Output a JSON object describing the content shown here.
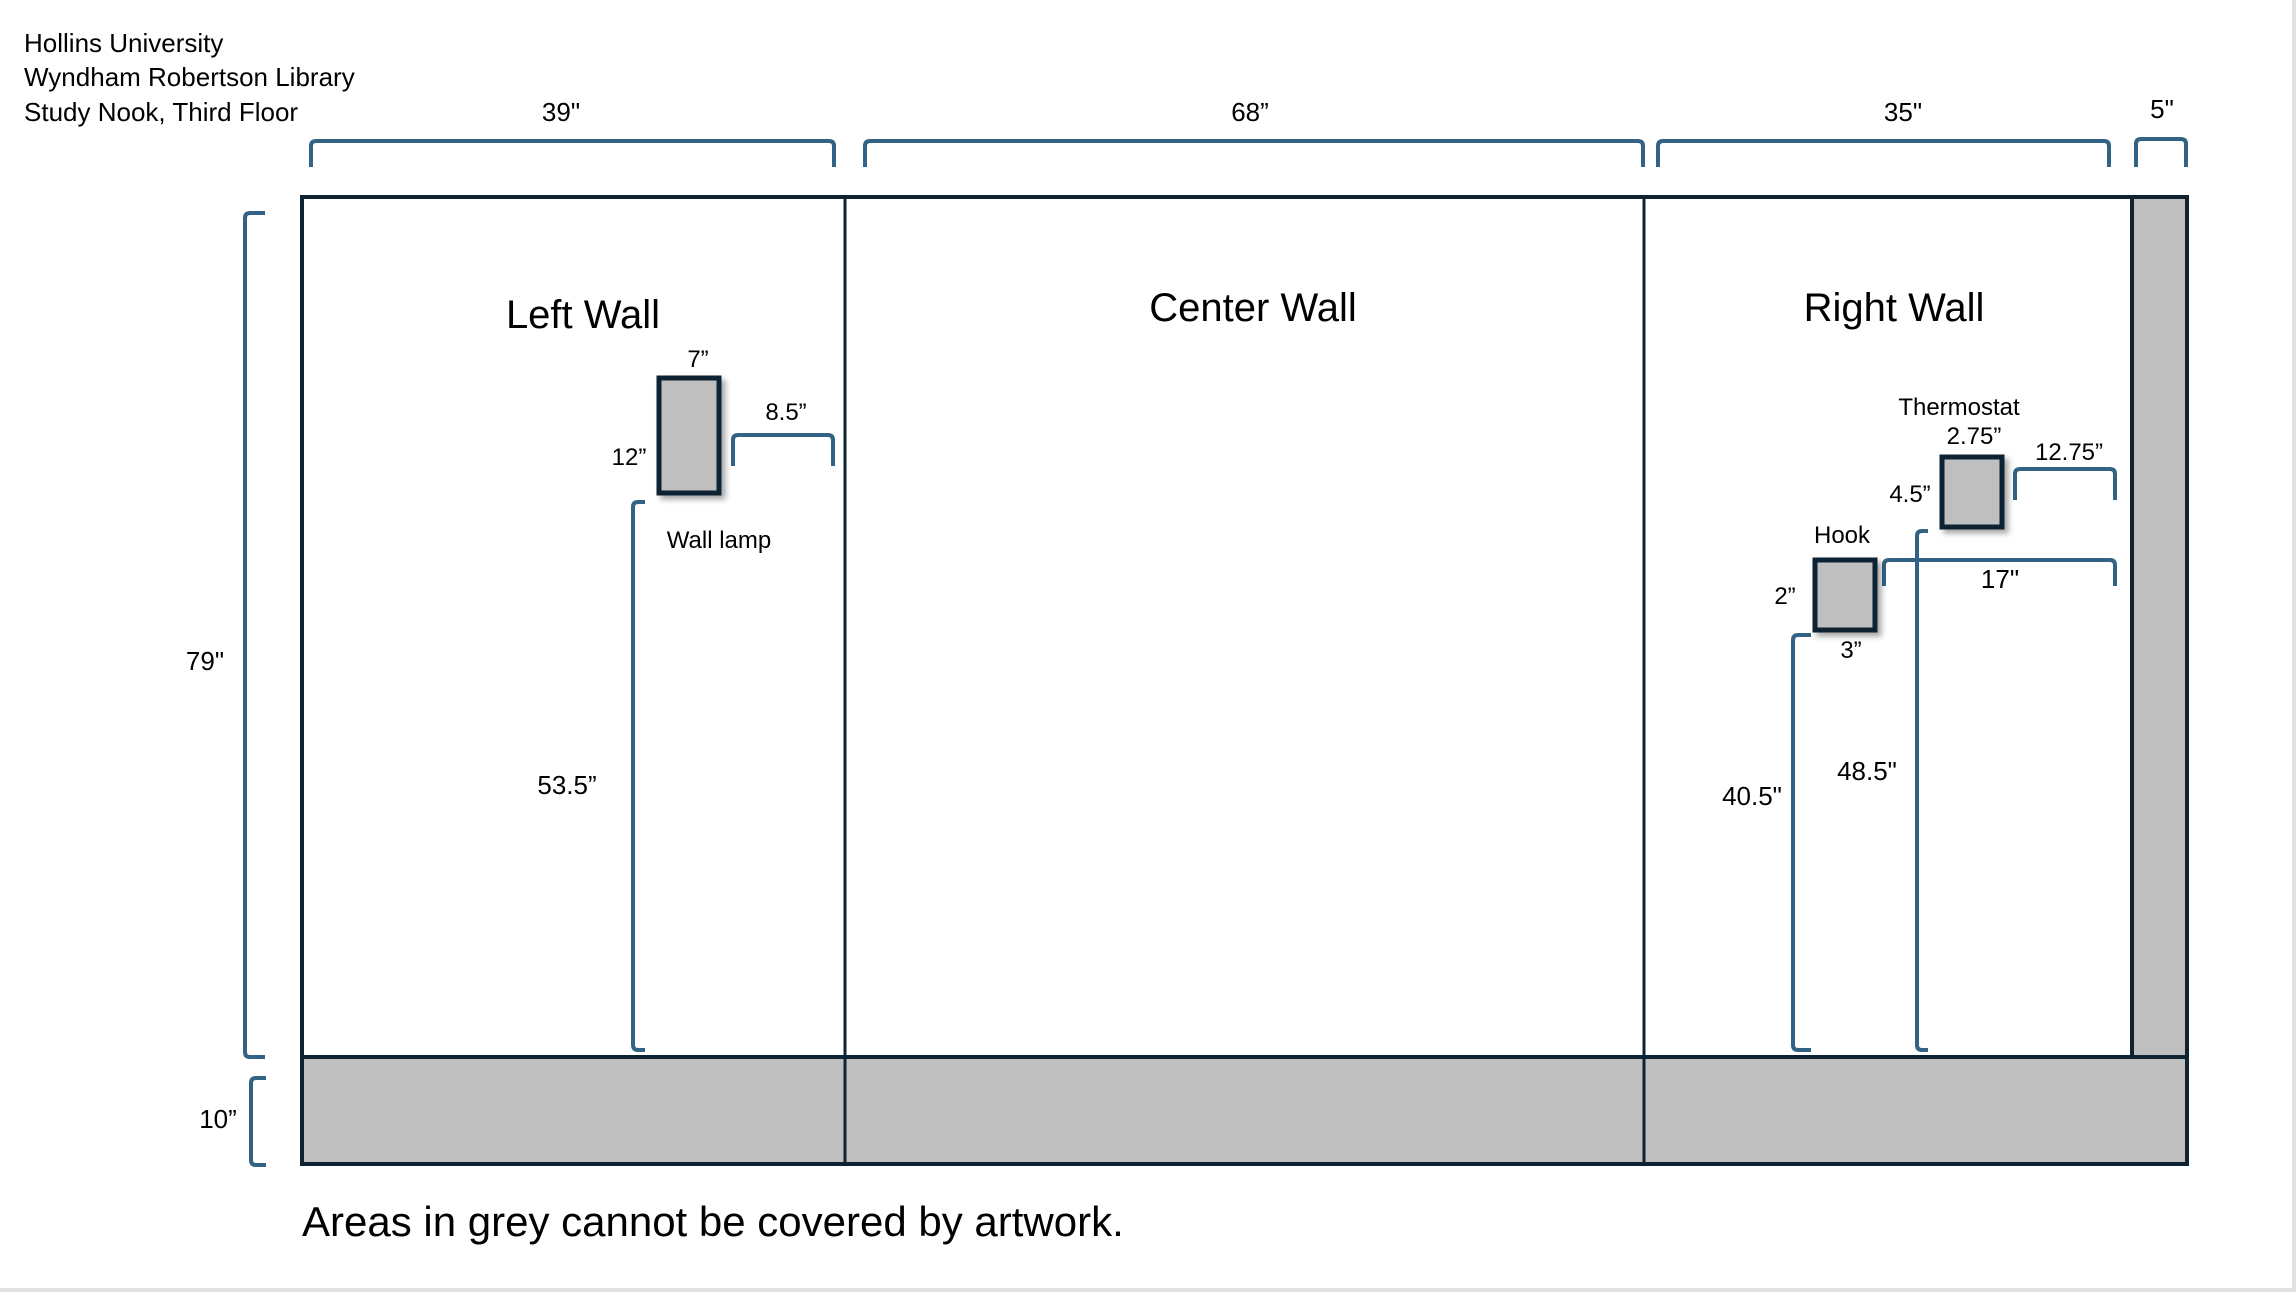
{
  "header": {
    "line1": "Hollins University",
    "line2": "Wyndham Robertson Library",
    "line3": "Study Nook, Third Floor"
  },
  "walls": {
    "left": {
      "label": "Left Wall",
      "width": "39\""
    },
    "center": {
      "label": "Center Wall",
      "width": "68”"
    },
    "right": {
      "label": "Right Wall",
      "width": "35\""
    },
    "pillar": {
      "width": "5\""
    }
  },
  "heights": {
    "wall": "79\"",
    "baseboard": "10”"
  },
  "wall_lamp": {
    "label": "Wall lamp",
    "width": "7”",
    "height": "12”",
    "to_corner": "8.5”",
    "from_floor": "53.5”"
  },
  "thermostat": {
    "label": "Thermostat",
    "width": "2.75”",
    "height": "4.5”",
    "to_corner": "12.75”",
    "from_floor": "48.5\""
  },
  "hook": {
    "label": "Hook",
    "width": "3”",
    "height": "2”",
    "to_corner": "17\"",
    "from_floor": "40.5\""
  },
  "caption": "Areas in grey cannot be covered by artwork.",
  "colors": {
    "outline": "#0f2333",
    "bracket": "#336384",
    "grey_area": "#bfbfbf"
  }
}
